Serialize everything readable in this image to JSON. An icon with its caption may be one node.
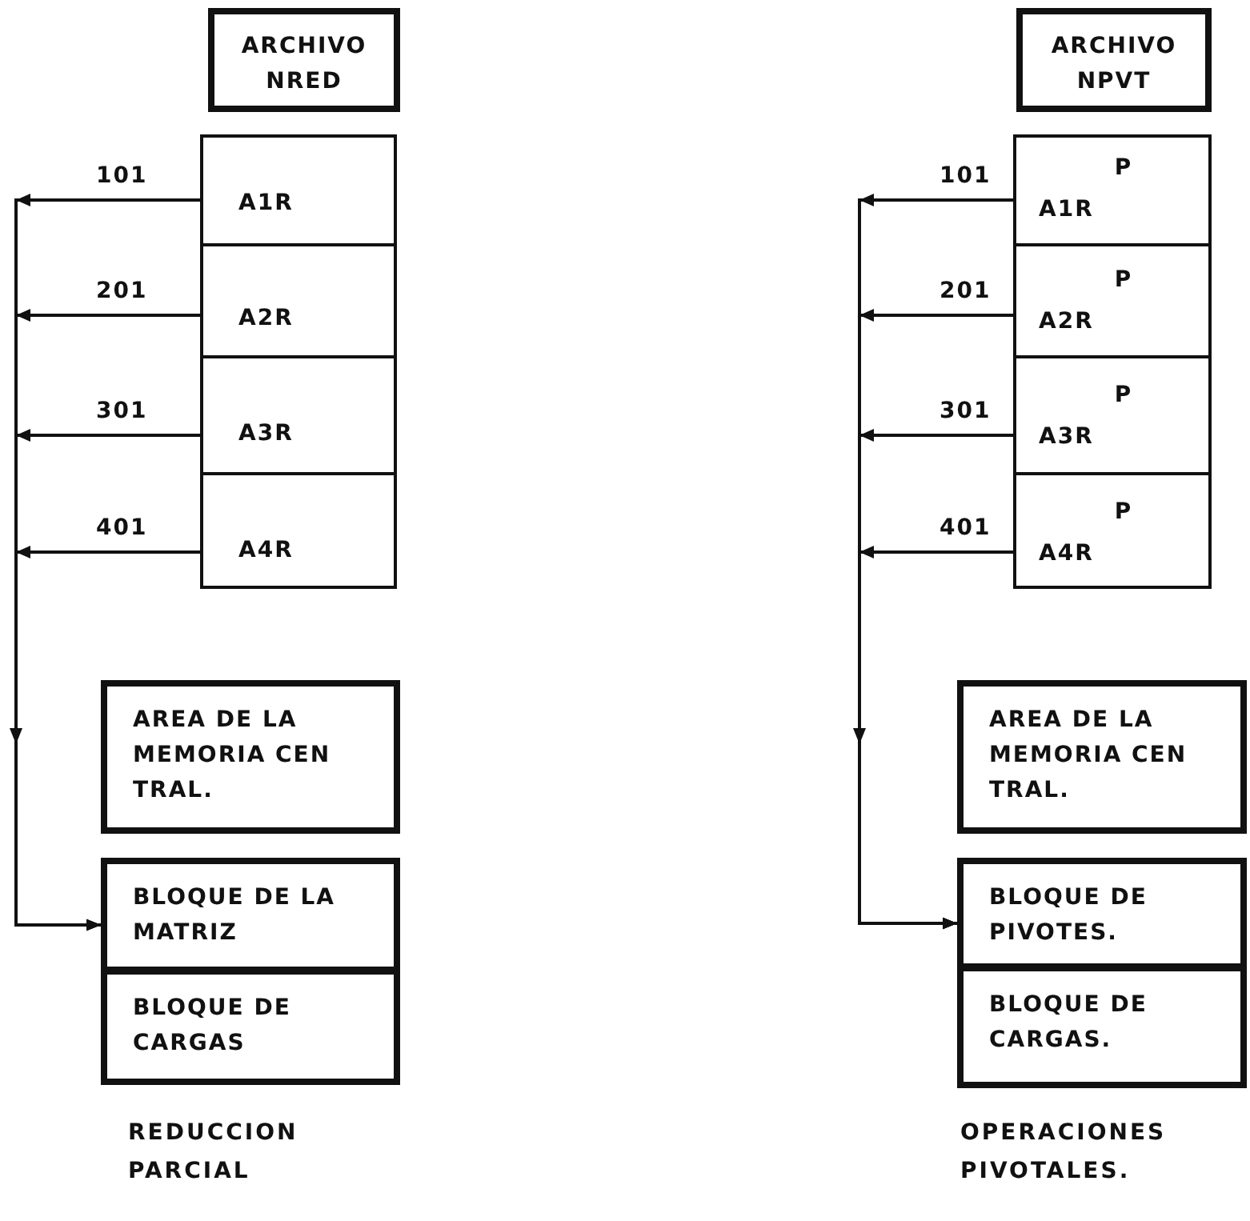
{
  "diagram": {
    "nodes": [
      {
        "text": [
          "ARCHIVO NRED"
        ]
      },
      {
        "text": [
          "A1R"
        ]
      },
      {
        "text": [
          "A2R"
        ]
      },
      {
        "text": [
          "A3R"
        ]
      },
      {
        "text": [
          "A4R"
        ]
      },
      {
        "text": [
          "AREA DE LA MEMORIA CEN TRAL."
        ]
      },
      {
        "text": [
          "BLOQUE DE LA MATRIZ"
        ]
      },
      {
        "text": [
          "BLOQUE DE CARGAS"
        ]
      },
      {
        "text": [
          "ARCHIVO NPVT"
        ]
      },
      {
        "text": [
          "P",
          "A1R"
        ]
      },
      {
        "text": [
          "P",
          "A2R"
        ]
      },
      {
        "text": [
          "P",
          "A3R"
        ]
      },
      {
        "text": [
          "P",
          "A4R"
        ]
      },
      {
        "text": [
          "AREA DE LA MEMORIA CEN TRAL."
        ]
      },
      {
        "text": [
          "BLOQUE DE PIVOTES."
        ]
      },
      {
        "text": [
          "BLOQUE DE CARGAS."
        ]
      }
    ],
    "edges": [
      {
        "from": 1,
        "to": 6,
        "arrow": "to",
        "label": "101"
      },
      {
        "from": 2,
        "to": 6,
        "arrow": "to",
        "label": "201"
      },
      {
        "from": 3,
        "to": 6,
        "arrow": "to",
        "label": "301"
      },
      {
        "from": 4,
        "to": 6,
        "arrow": "to",
        "label": "401"
      },
      {
        "from": 9,
        "to": 14,
        "arrow": "to",
        "label": "101"
      },
      {
        "from": 10,
        "to": 14,
        "arrow": "to",
        "label": "201"
      },
      {
        "from": 11,
        "to": 14,
        "arrow": "to",
        "label": "301"
      },
      {
        "from": 12,
        "to": 14,
        "arrow": "to",
        "label": "401"
      }
    ],
    "labels": [
      "REDUCCION PARCIAL",
      "OPERACIONES PIVOTALES."
    ]
  }
}
